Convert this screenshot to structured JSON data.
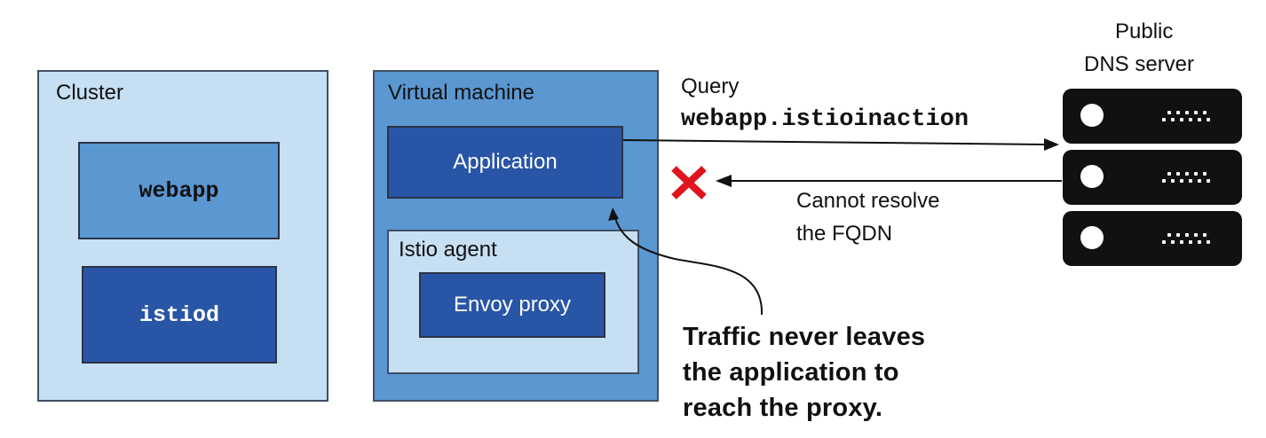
{
  "cluster": {
    "title": "Cluster",
    "webapp_label": "webapp",
    "istiod_label": "istiod"
  },
  "vm": {
    "title": "Virtual machine",
    "application_label": "Application",
    "agent_title": "Istio agent",
    "envoy_label": "Envoy proxy"
  },
  "dns": {
    "title_line1": "Public",
    "title_line2": "DNS server",
    "icon": "server-rack-icon"
  },
  "query": {
    "label": "Query",
    "hostname": "webapp.istioinaction"
  },
  "response": {
    "line1": "Cannot resolve",
    "line2": "the FQDN",
    "fail_icon": "x-mark-icon"
  },
  "note": {
    "line1": "Traffic never leaves",
    "line2": "the application to",
    "line3": "reach the proxy."
  },
  "colors": {
    "light_blue": "#c6dff2",
    "mid_blue": "#5b97d1",
    "dark_blue": "#2855a6",
    "error_red": "#e0141d",
    "server_black": "#111111"
  }
}
